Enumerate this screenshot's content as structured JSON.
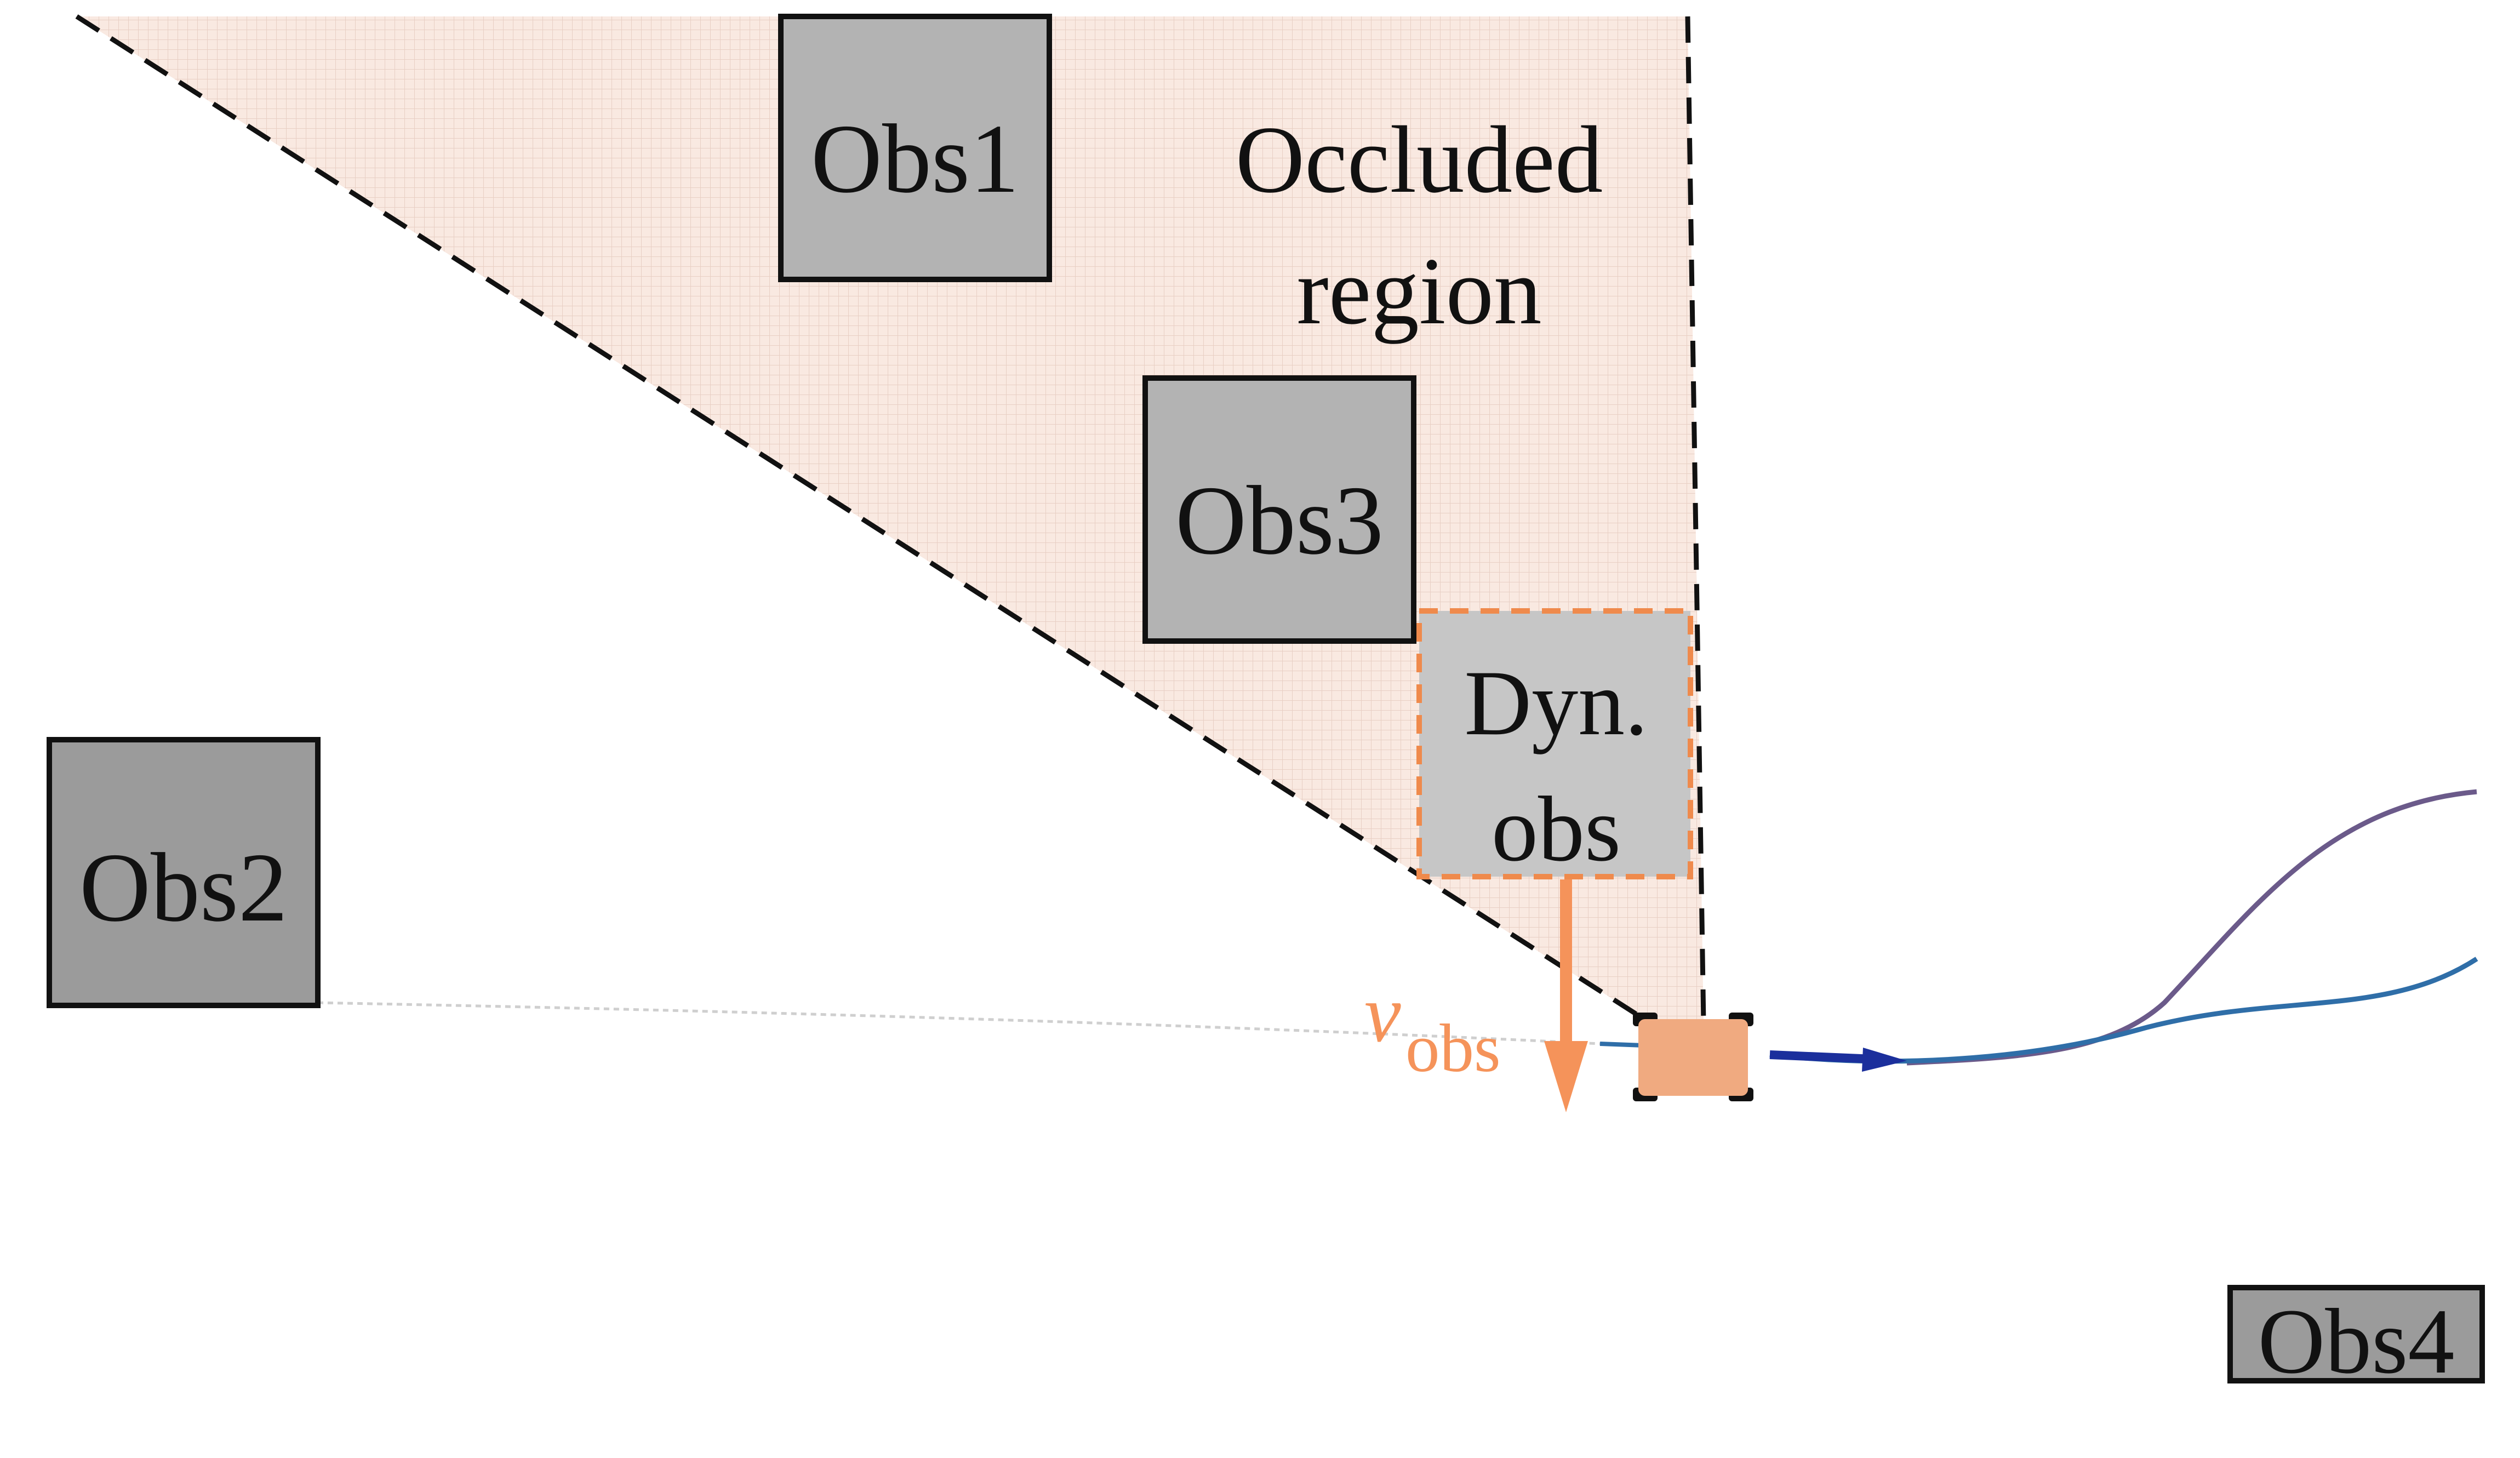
{
  "labels": {
    "obs1": "Obs1",
    "obs2": "Obs2",
    "obs3": "Obs3",
    "obs4": "Obs4",
    "occluded_line1": "Occluded",
    "occluded_line2": "region",
    "dyn_line1": "Dyn.",
    "dyn_line2": "obs",
    "velocity_symbol": "v",
    "velocity_subscript": "obs"
  },
  "colors": {
    "background": "#ffffff",
    "occluded_fill": "#f9e9e1",
    "occluded_grid": "#e8cfc4",
    "static_obstacle_fill": "#9b9b9b",
    "static_obstacle_light_fill": "#b3b3b3",
    "dynamic_obstacle_fill": "#c6c6c6",
    "dynamic_obstacle_border": "#ef8a4c",
    "vehicle_fill": "#f0aa80",
    "vehicle_wheel": "#111111",
    "velocity_arrow": "#f5935a",
    "trajectory_upper": "#6b5a8a",
    "trajectory_lower": "#2f6ea8",
    "heading_arrow": "#1b2f9c",
    "past_path": "#cfcfcf",
    "occlusion_boundary": "#111111"
  },
  "icons": {
    "vehicle": "ego-car-icon",
    "velocity": "down-arrow-icon",
    "heading": "right-arrow-icon"
  }
}
